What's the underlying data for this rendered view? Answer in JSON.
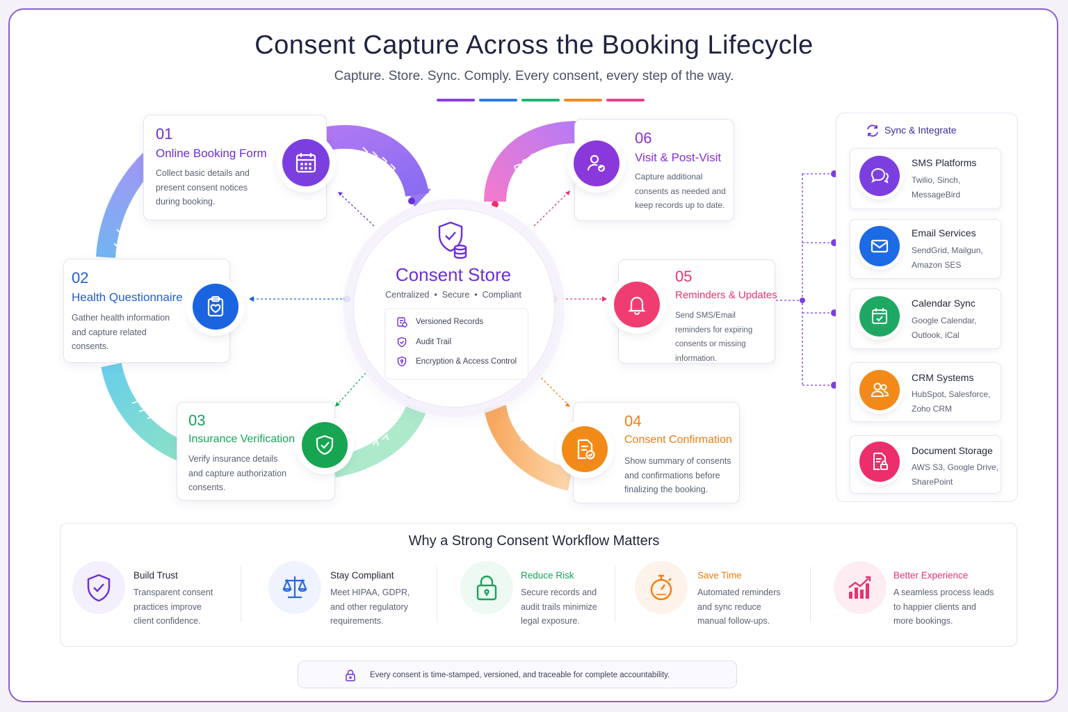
{
  "title": "Consent Capture Across the Booking Lifecycle",
  "subtitle": "Capture. Store. Sync. Comply. Every consent, every step of the way.",
  "accent_colors": [
    "#8a3fe0",
    "#2a7be4",
    "#22b573",
    "#f08a24",
    "#ec3f8c"
  ],
  "steps": [
    {
      "num": "01",
      "title": "Online Booking Form",
      "desc": "Collect basic details and present consent notices during booking.",
      "color": "#6a2fd6",
      "icon": "calendar-icon"
    },
    {
      "num": "02",
      "title": "Health Questionnaire",
      "desc": "Gather health information and capture related consents.",
      "color": "#1f5fd1",
      "icon": "clipboard-heart-icon"
    },
    {
      "num": "03",
      "title": "Insurance Verification",
      "desc": "Verify insurance details and capture authorization consents.",
      "color": "#16a35a",
      "icon": "shield-check-icon"
    },
    {
      "num": "04",
      "title": "Consent Confirmation",
      "desc": "Show summary of consents and confirmations before finalizing the booking.",
      "color": "#f07d12",
      "icon": "document-check-icon"
    },
    {
      "num": "05",
      "title": "Reminders & Updates",
      "desc": "Send SMS/Email reminders for expiring consents or missing information.",
      "color": "#e8336f",
      "icon": "bell-icon"
    },
    {
      "num": "06",
      "title": "Visit & Post-Visit",
      "desc": "Capture additional consents as needed and keep records up to date.",
      "color": "#8a2fd0",
      "icon": "user-check-icon"
    }
  ],
  "store": {
    "title": "Consent Store",
    "subtitle_parts": [
      "Centralized",
      "Secure",
      "Compliant"
    ],
    "features": [
      "Versioned Records",
      "Audit Trail",
      "Encryption & Access Control"
    ]
  },
  "sync": {
    "title": "Sync & Integrate",
    "items": [
      {
        "name": "SMS Platforms",
        "desc": "Twilio, Sinch, MessageBird",
        "color": "#7b3fe0",
        "icon": "chat-icon"
      },
      {
        "name": "Email Services",
        "desc": "SendGrid, Mailgun, Amazon SES",
        "color": "#1c6ae4",
        "icon": "mail-icon"
      },
      {
        "name": "Calendar Sync",
        "desc": "Google Calendar, Outlook, iCal",
        "color": "#1fa864",
        "icon": "calendar-sync-icon"
      },
      {
        "name": "CRM Systems",
        "desc": "HubSpot, Salesforce, Zoho CRM",
        "color": "#f28a1a",
        "icon": "users-icon"
      },
      {
        "name": "Document Storage",
        "desc": "AWS S3, Google Drive, SharePoint",
        "color": "#ec2f6a",
        "icon": "document-lock-icon"
      }
    ]
  },
  "why": {
    "title": "Why a Strong Consent Workflow Matters",
    "items": [
      {
        "title": "Build Trust",
        "desc": "Transparent consent practices improve client confidence.",
        "color": "#23263a",
        "icon_color": "#6a2fd6",
        "icon": "shield-check-icon"
      },
      {
        "title": "Stay Compliant",
        "desc": "Meet HIPAA, GDPR, and other regulatory requirements.",
        "color": "#23263a",
        "icon_color": "#2a6ad8",
        "icon": "scales-icon"
      },
      {
        "title": "Reduce Risk",
        "desc": "Secure records and audit trails minimize legal exposure.",
        "color": "#16a35a",
        "icon_color": "#16a35a",
        "icon": "lock-icon"
      },
      {
        "title": "Save Time",
        "desc": "Automated reminders and sync reduce manual follow-ups.",
        "color": "#f07d12",
        "icon_color": "#f07d12",
        "icon": "stopwatch-icon"
      },
      {
        "title": "Better Experience",
        "desc": "A seamless process leads to happier clients and more bookings.",
        "color": "#e8336f",
        "icon_color": "#e8336f",
        "icon": "chart-up-icon"
      }
    ]
  },
  "footer": "Every consent is time-stamped, versioned, and traceable for complete accountability."
}
